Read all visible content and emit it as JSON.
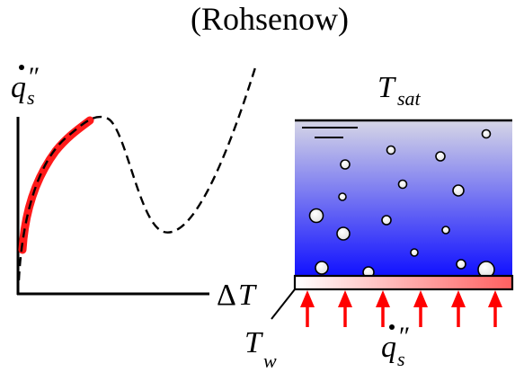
{
  "title": "(Rohsenow)",
  "labels": {
    "heat_flux_symbol": "q",
    "heat_flux_subscript": "s",
    "heat_flux_prime": "″",
    "delta_T_delta": "Δ",
    "delta_T_var": "T",
    "t_sat_var": "T",
    "t_sat_subscript": "sat",
    "t_wall_var": "T",
    "t_wall_subscript": "w"
  },
  "colors": {
    "curve": "#000000",
    "highlight": "#ff1a1a",
    "liquid_top": "#d6d6e6",
    "liquid_bottom": "#1010ff",
    "heater_left": "#ffffff",
    "heater_right": "#ff6060",
    "arrows": "#ff0000",
    "bubble_fill": "#e0e0e0"
  },
  "icons": {
    "heat_input": "up-arrow-icon",
    "free_surface": "free-surface-marker-icon",
    "bubble": "bubble-icon"
  }
}
